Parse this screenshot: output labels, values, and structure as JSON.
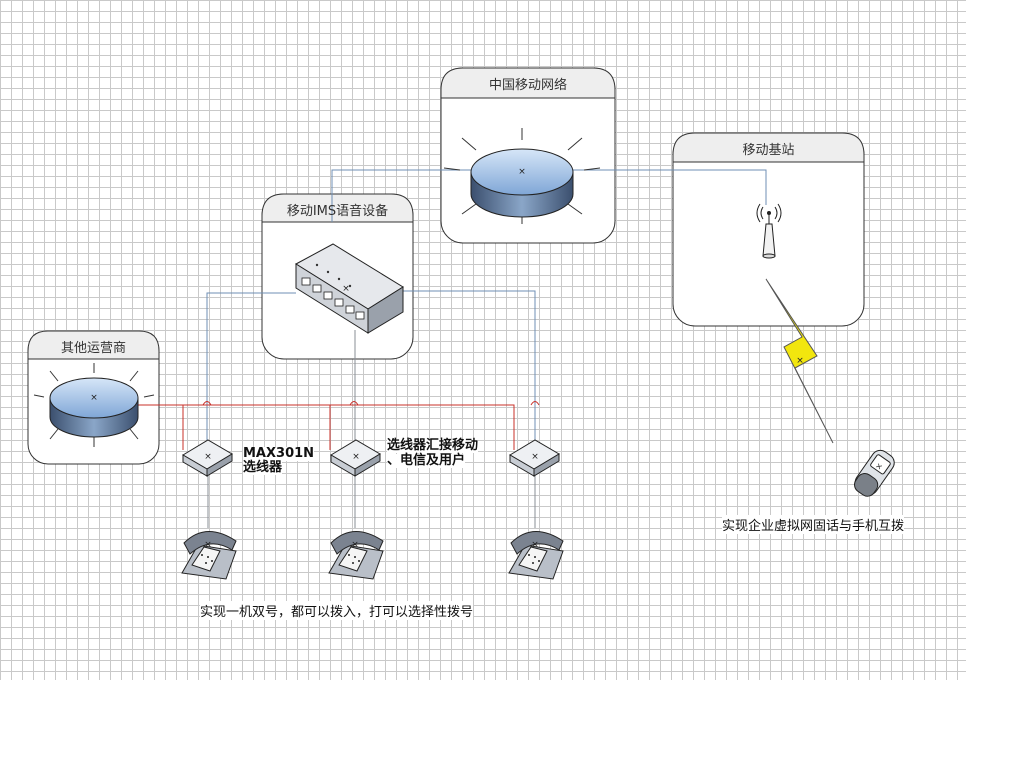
{
  "groups": {
    "china_mobile": "中国移动网络",
    "base_station": "移动基站",
    "ims": "移动IMS语音设备",
    "other_carriers": "其他运营商"
  },
  "selector": {
    "model": "MAX301N",
    "name": "选线器"
  },
  "notes": {
    "selector_desc_line1": "选线器汇接移动",
    "selector_desc_line2": "、电信及用户",
    "caption_phones": "实现一机双号，都可以拨入，打可以选择性拨号",
    "caption_mobile": "实现企业虚拟网固话与手机互拨"
  },
  "colors": {
    "grid": "#c9c9c9",
    "blue_line": "#6f8fb4",
    "red_line": "#c8302a",
    "gray_line": "#8a8f96",
    "router_top": "#a9c7ea",
    "lightning": "#f2e60e"
  }
}
